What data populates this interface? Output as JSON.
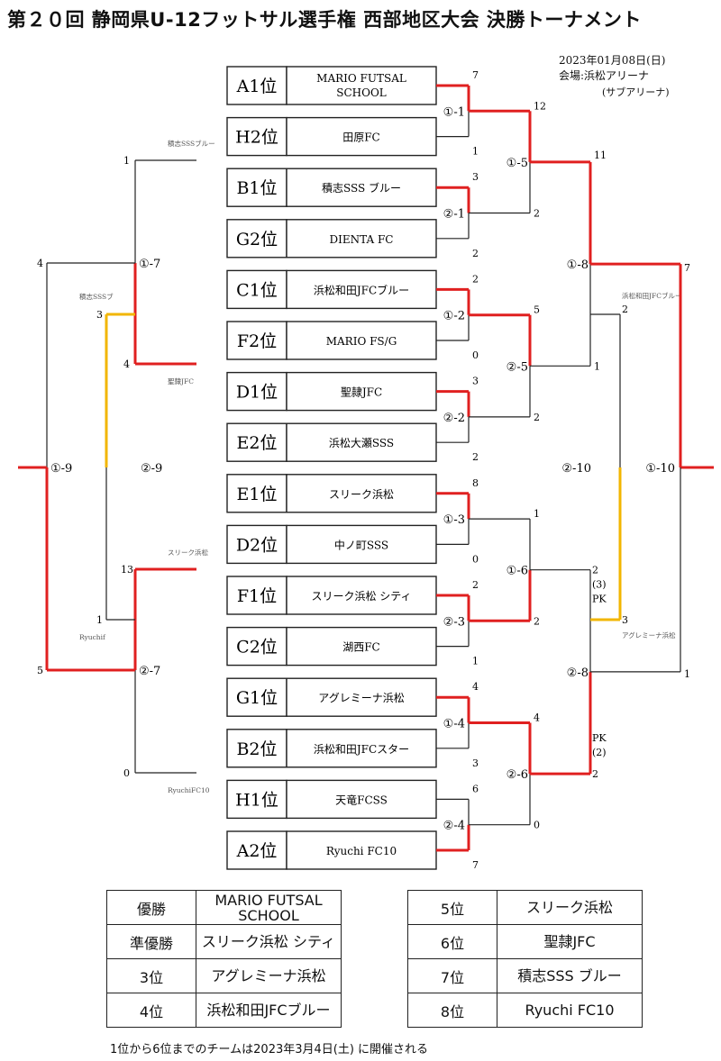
{
  "title": "第２０回 静岡県U-12フットサル選手権 西部地区大会 決勝トーナメント",
  "date": "2023年01月08日(日)",
  "venue": "会場:浜松アリーナ",
  "venue_sub": "(サブアリーナ)",
  "colors": {
    "winner_line": "#e02020",
    "pk_line": "#f2b600",
    "line": "#222222"
  },
  "teams": [
    {
      "seed": "A1位",
      "name": "MARIO FUTSAL SCHOOL",
      "score": "7"
    },
    {
      "seed": "H2位",
      "name": "田原FC",
      "score": "1"
    },
    {
      "seed": "B1位",
      "name": "積志SSS ブルー",
      "score": "3"
    },
    {
      "seed": "G2位",
      "name": "DIENTA FC",
      "score": "2"
    },
    {
      "seed": "C1位",
      "name": "浜松和田JFCブルー",
      "score": "2"
    },
    {
      "seed": "F2位",
      "name": "MARIO FS/G",
      "score": "0"
    },
    {
      "seed": "D1位",
      "name": "聖隷JFC",
      "score": "3"
    },
    {
      "seed": "E2位",
      "name": "浜松大瀬SSS",
      "score": "2"
    },
    {
      "seed": "E1位",
      "name": "スリーク浜松",
      "score": "8"
    },
    {
      "seed": "D2位",
      "name": "中ノ町SSS",
      "score": "0"
    },
    {
      "seed": "F1位",
      "name": "スリーク浜松 シティ",
      "score": "2"
    },
    {
      "seed": "C2位",
      "name": "湖西FC",
      "score": "1"
    },
    {
      "seed": "G1位",
      "name": "アグレミーナ浜松",
      "score": "4"
    },
    {
      "seed": "B2位",
      "name": "浜松和田JFCスター",
      "score": "3"
    },
    {
      "seed": "H1位",
      "name": "天竜FCSS",
      "score": "6"
    },
    {
      "seed": "A2位",
      "name": "Ryuchi FC10",
      "score": "7"
    }
  ],
  "round1_labels": [
    "①-1",
    "②-1",
    "①-2",
    "②-2",
    "①-3",
    "②-3",
    "①-4",
    "②-4"
  ],
  "round2": [
    {
      "label": "①-5",
      "top": "12",
      "bottom": "2"
    },
    {
      "label": "②-5",
      "top": "5",
      "bottom": "2"
    },
    {
      "label": "①-6",
      "top": "1",
      "bottom": "2"
    },
    {
      "label": "②-6",
      "top": "4",
      "bottom": "0"
    }
  ],
  "semis": [
    {
      "label": "①-8",
      "top": "11",
      "bottom": "1"
    },
    {
      "label": "②-8",
      "top": "2",
      "bottom": "2"
    }
  ],
  "semi_pk": {
    "top_pk": "(3)",
    "top_text": "PK",
    "bottom_text": "PK",
    "bottom_pk": "(2)"
  },
  "third_place": {
    "label": "②-10",
    "top_name": "浜松和田JFCブルー",
    "top_score": "2",
    "bottom_name": "アグレミーナ浜松",
    "bottom_score": "3"
  },
  "final": {
    "label": "①-10",
    "top_score": "7",
    "bottom_score": "1"
  },
  "left_side": {
    "m7": {
      "label": "①-7",
      "top_name": "積志SSSブルー",
      "top_score": "1",
      "bottom_name": "聖隷JFC",
      "bottom_score": "4"
    },
    "m7b": {
      "label": "②-7",
      "top_name": "スリーク浜松",
      "top_score": "13",
      "bottom_name": "RyuchiFC10",
      "bottom_score": "0"
    },
    "m9": {
      "label": "①-9",
      "top_score": "4",
      "bottom_score": "5"
    },
    "m9b": {
      "label": "②-9",
      "top_name": "積志SSSブ",
      "top_score": "3",
      "bottom_name": "Ryuchif",
      "bottom_score": "1"
    }
  },
  "results_left": [
    {
      "rank": "優勝",
      "team": "MARIO FUTSAL SCHOOL"
    },
    {
      "rank": "準優勝",
      "team": "スリーク浜松 シティ"
    },
    {
      "rank": "3位",
      "team": "アグレミーナ浜松"
    },
    {
      "rank": "4位",
      "team": "浜松和田JFCブルー"
    }
  ],
  "results_right": [
    {
      "rank": "5位",
      "team": "スリーク浜松"
    },
    {
      "rank": "6位",
      "team": "聖隷JFC"
    },
    {
      "rank": "7位",
      "team": "積志SSS ブルー"
    },
    {
      "rank": "8位",
      "team": "Ryuchi FC10"
    }
  ],
  "note": "1位から6位までのチームは2023年3月4日(土) に開催される"
}
